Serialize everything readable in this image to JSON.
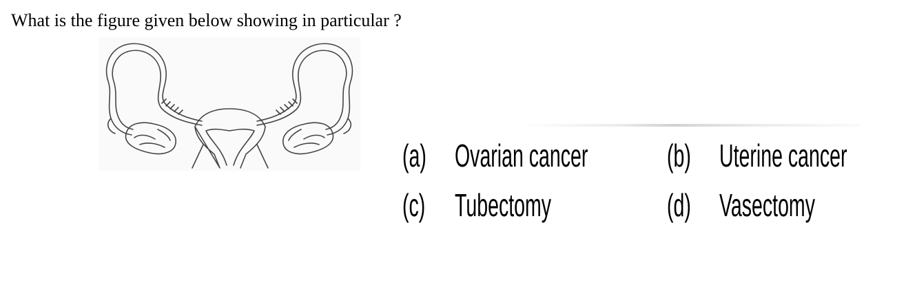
{
  "question": "What is the figure given below showing in particular ?",
  "options": [
    {
      "letter": "(a)",
      "text": "Ovarian cancer"
    },
    {
      "letter": "(b)",
      "text": "Uterine cancer"
    },
    {
      "letter": "(c)",
      "text": "Tubectomy"
    },
    {
      "letter": "(d)",
      "text": "Vasectomy"
    }
  ]
}
